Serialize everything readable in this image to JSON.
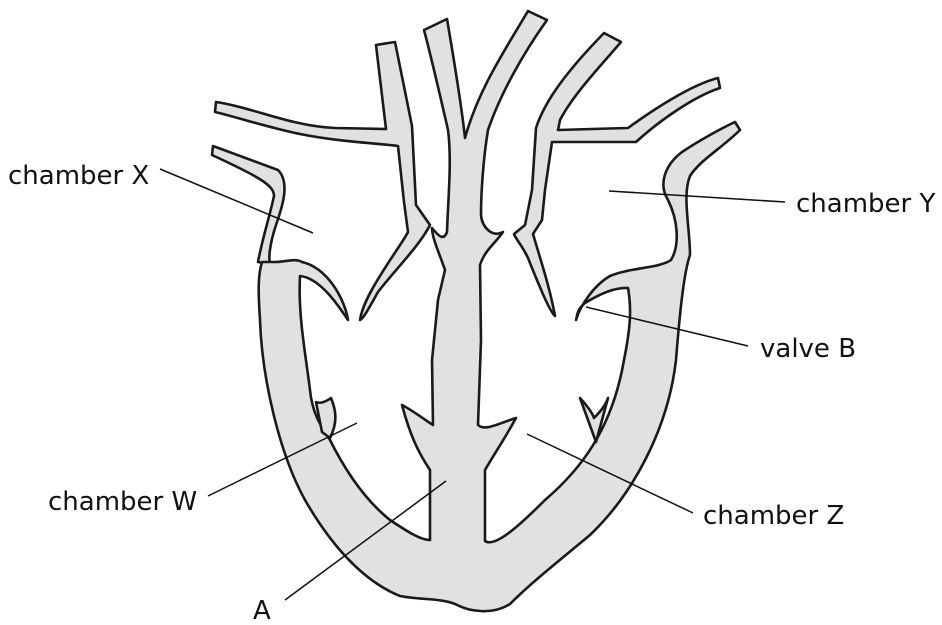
{
  "labels": {
    "chamber_x": "chamber X",
    "chamber_y": "chamber Y",
    "chamber_w": "chamber W",
    "chamber_z": "chamber Z",
    "valve_b": "valve B",
    "a": "A"
  },
  "colors": {
    "tissue_fill": "#e1e1e1",
    "outline": "#1a1a1a",
    "text": "#111111"
  }
}
